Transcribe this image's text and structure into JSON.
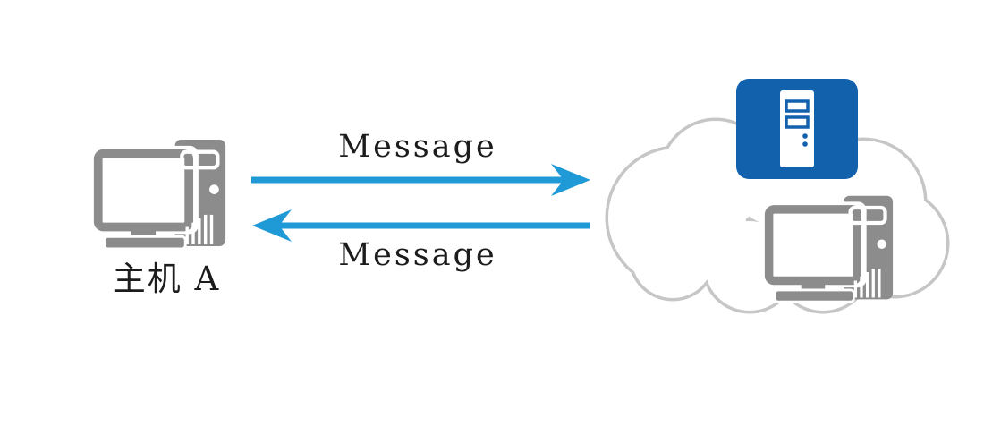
{
  "diagram": {
    "nodes": {
      "host": {
        "label": "主机 A",
        "icon": "desktop-computer-icon"
      },
      "network_cloud": {
        "icon": "cloud-icon",
        "contains": [
          "server-icon",
          "desktop-computer-icon"
        ]
      }
    },
    "messages": {
      "to_network": {
        "label": "Message",
        "direction": "right"
      },
      "from_network": {
        "label": "Message",
        "direction": "left"
      }
    },
    "colors": {
      "arrow_blue": "#1f9ad6",
      "server_blue": "#1261ad",
      "device_gray": "#8c8c8c",
      "cloud_gray": "#c6c6c6",
      "text": "#1c1c1c"
    }
  }
}
